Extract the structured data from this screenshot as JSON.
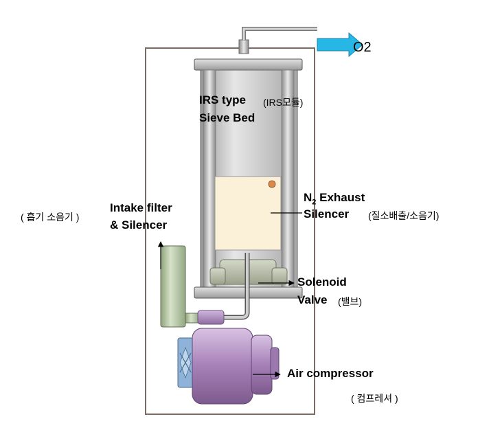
{
  "labels": {
    "o2": "O2",
    "irs_type": "IRS type",
    "irs_module": "(IRS모듈)",
    "sieve_bed": "Sieve Bed",
    "n2_exhaust_n": "N",
    "n2_exhaust_sub": "2",
    "n2_exhaust_rest": " Exhaust",
    "silencer": "Silencer",
    "n2_korean": "(질소배출/소음기)",
    "intake_korean": "( 흡기 소음기 )",
    "intake_filter": "Intake filter",
    "and_silencer": "& Silencer",
    "solenoid": "Solenoid",
    "valve": "Valve",
    "valve_korean": "(밸브)",
    "air_compressor": "Air compressor",
    "compressor_korean": "( 컴프레셔 )"
  },
  "colors": {
    "frame": "#7a6a60",
    "arrow": "#27b7e6",
    "vessel": "#c9c9c9",
    "silencer_box": "#fbf0d8",
    "filter": "#b8c9a6",
    "compressor": "#b08fc0"
  }
}
